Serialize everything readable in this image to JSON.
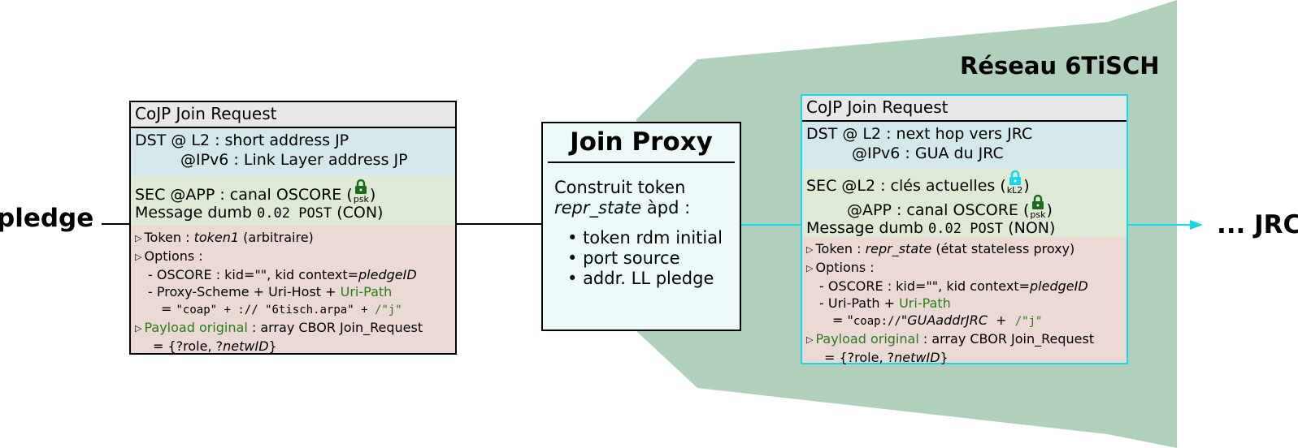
{
  "colors": {
    "network_bg": "#b0d0bc",
    "cyan": "#18d6e8",
    "green_text": "#2a7a1e",
    "lock_green": "#1a6b1a"
  },
  "labels": {
    "pledge": "pledge",
    "jrc": "... JRC",
    "network": "Réseau 6TiSCH"
  },
  "left_msg": {
    "header": "CoJP Join Request",
    "dst_line1": "DST  @ L2 : short address JP",
    "dst_line2": "@IPv6 : Link Layer address JP",
    "sec_prefix": "SEC @APP : canal OSCORE (",
    "sec_lock_sub": "psk",
    "sec_suffix": ")",
    "msg_prefix": "Message dumb ",
    "msg_code": "0.02 POST",
    "msg_suffix": " (CON)",
    "token_label": "Token : ",
    "token_value": "token1",
    "token_note": " (arbitraire)",
    "options_label": "Options :",
    "oscore_prefix": "- OSCORE : kid=\"\", kid context=",
    "oscore_ctx": "pledgeID",
    "proxy_prefix": "- Proxy-Scheme + Uri-Host + ",
    "proxy_green": "Uri-Path",
    "eq_prefix": "= ",
    "eq_code1": "\"coap\" + :// \"6tisch.arpa\" + ",
    "eq_code_green": "/\"j\"",
    "payload_green": "Payload original",
    "payload_rest": " : array CBOR Join_Request",
    "payload_eq_prefix": "= {?role, ?",
    "payload_eq_italic": "netwID",
    "payload_eq_suffix": "}"
  },
  "proxy": {
    "title": "Join Proxy",
    "line1": "Construit  token",
    "line2_italic": "repr_state",
    "line2_rest": " àpd :",
    "bullets": [
      "token rdm initial",
      "port source",
      "addr. LL pledge"
    ]
  },
  "right_msg": {
    "header": "CoJP Join Request",
    "dst_line1": "DST  @ L2 : next hop vers JRC",
    "dst_line2": "@IPv6 : GUA du JRC",
    "sec_line1_prefix": "SEC  @L2 : clés actuelles (",
    "sec_line1_lock_sub": "kL2",
    "sec_line1_suffix": ")",
    "sec_line2_prefix": "@APP : canal OSCORE   (",
    "sec_line2_lock_sub": "psk",
    "sec_line2_suffix": ")",
    "msg_prefix": "Message dumb ",
    "msg_code": "0.02 POST",
    "msg_suffix": " (NON)",
    "token_label": "Token : ",
    "token_value": "repr_state",
    "token_note": " (état stateless proxy)",
    "options_label": "Options :",
    "oscore_prefix": "- OSCORE : kid=\"\", kid context=",
    "oscore_ctx": "pledgeID",
    "uri_prefix": "- Uri-Path + ",
    "uri_green": "Uri-Path",
    "eq_prefix": "= \"",
    "eq_code1": "coap://",
    "eq_mid": "\"",
    "eq_italic": "GUAaddrJRC",
    "eq_plus": "  +  ",
    "eq_code_green": "/\"j\"",
    "payload_green": "Payload original",
    "payload_rest": " : array CBOR Join_Request",
    "payload_eq_prefix": "= {?role, ?",
    "payload_eq_italic": "netwID",
    "payload_eq_suffix": "}"
  }
}
